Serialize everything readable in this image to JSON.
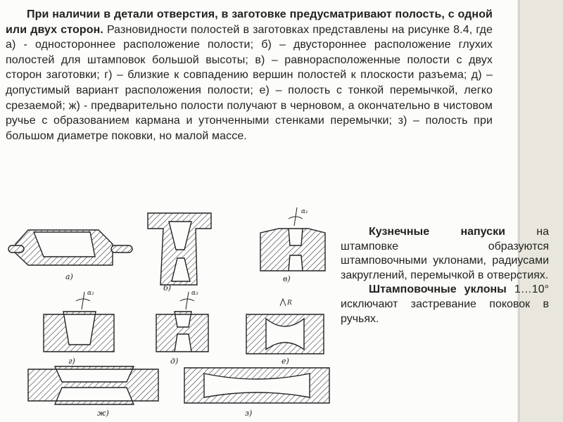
{
  "intro": {
    "bold_lead": "При наличии в детали отверстия, в заготовке предусматривают полость, с одной или двух сторон.",
    "rest": " Разновидности полостей в заготовках представлены на рисунке 8.4, где а) - одностороннее расположение полости; б) – двустороннее расположение глухих полостей для штамповок большой высоты; в) – равнорасположенные полости с двух сторон заготовки; г) – близкие к совпадению вершин полостей к плоскости разъема; д) – допустимый вариант расположения полости; е) – полость с тонкой перемычкой, легко срезаемой; ж) - предварительно полости получают в черновом, а окончательно в чистовом ручье с образованием кармана и утонченными стенками перемычки; з) – полость при большом диаметре поковки, но малой массе."
  },
  "side": {
    "p1_bold": "Кузнечные напуски",
    "p1_rest": " на штамповке образуются штамповочными уклонами, радиусами закруглений, перемычкой в отверстиях.",
    "p2_bold": "Штамповочные уклоны",
    "p2_rest": " 1…10° исключают застревание поковок в ручьях."
  },
  "figure": {
    "captions": [
      "а)",
      "б)",
      "в)",
      "г)",
      "д)",
      "е)",
      "ж)",
      "з)"
    ],
    "angle_labels": [
      "α₁",
      "α₂",
      "α₃",
      "R"
    ]
  },
  "colors": {
    "slide_bg": "#fcfcfa",
    "frame_bg": "#e8e6dd",
    "hatch": "#444444"
  }
}
